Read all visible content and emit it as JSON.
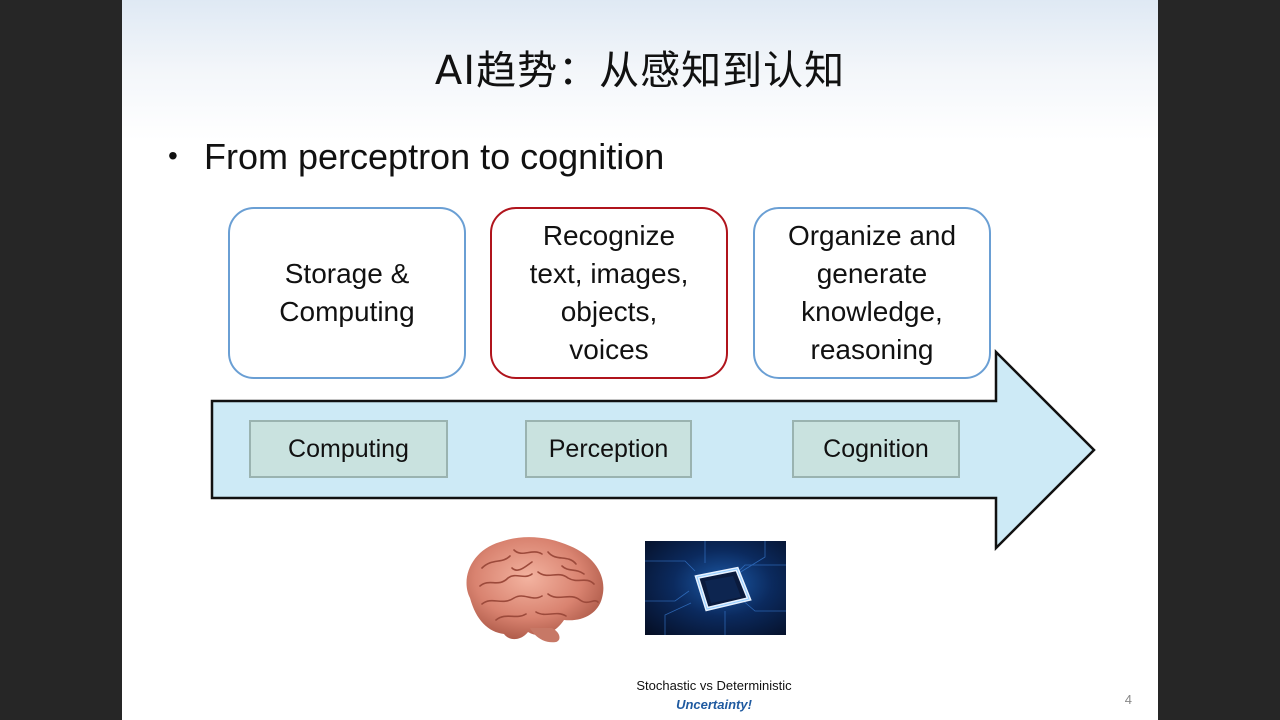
{
  "slide": {
    "title": "AI趋势：从感知到认知",
    "bullet": "From perceptron to cognition",
    "boxes": [
      {
        "text": "Storage &\nComputing"
      },
      {
        "text": "Recognize\ntext, images,\nobjects,\nvoices"
      },
      {
        "text": "Organize and\ngenerate\nknowledge,\nreasoning"
      }
    ],
    "stages": [
      "Computing",
      "Perception",
      "Cognition"
    ],
    "footer": {
      "line1": "Stochastic vs Deterministic",
      "line2": "Uncertainty!"
    },
    "page_number": "4"
  },
  "colors": {
    "arrow_fill": "#cdeaf6",
    "box_border_blue": "#6a9fd4",
    "box_border_red": "#b0141c",
    "stage_fill": "#c9e2df",
    "footer_accent": "#1f5aa0"
  },
  "icons": {
    "brain": "brain-image",
    "chip": "processor-chip-image"
  }
}
